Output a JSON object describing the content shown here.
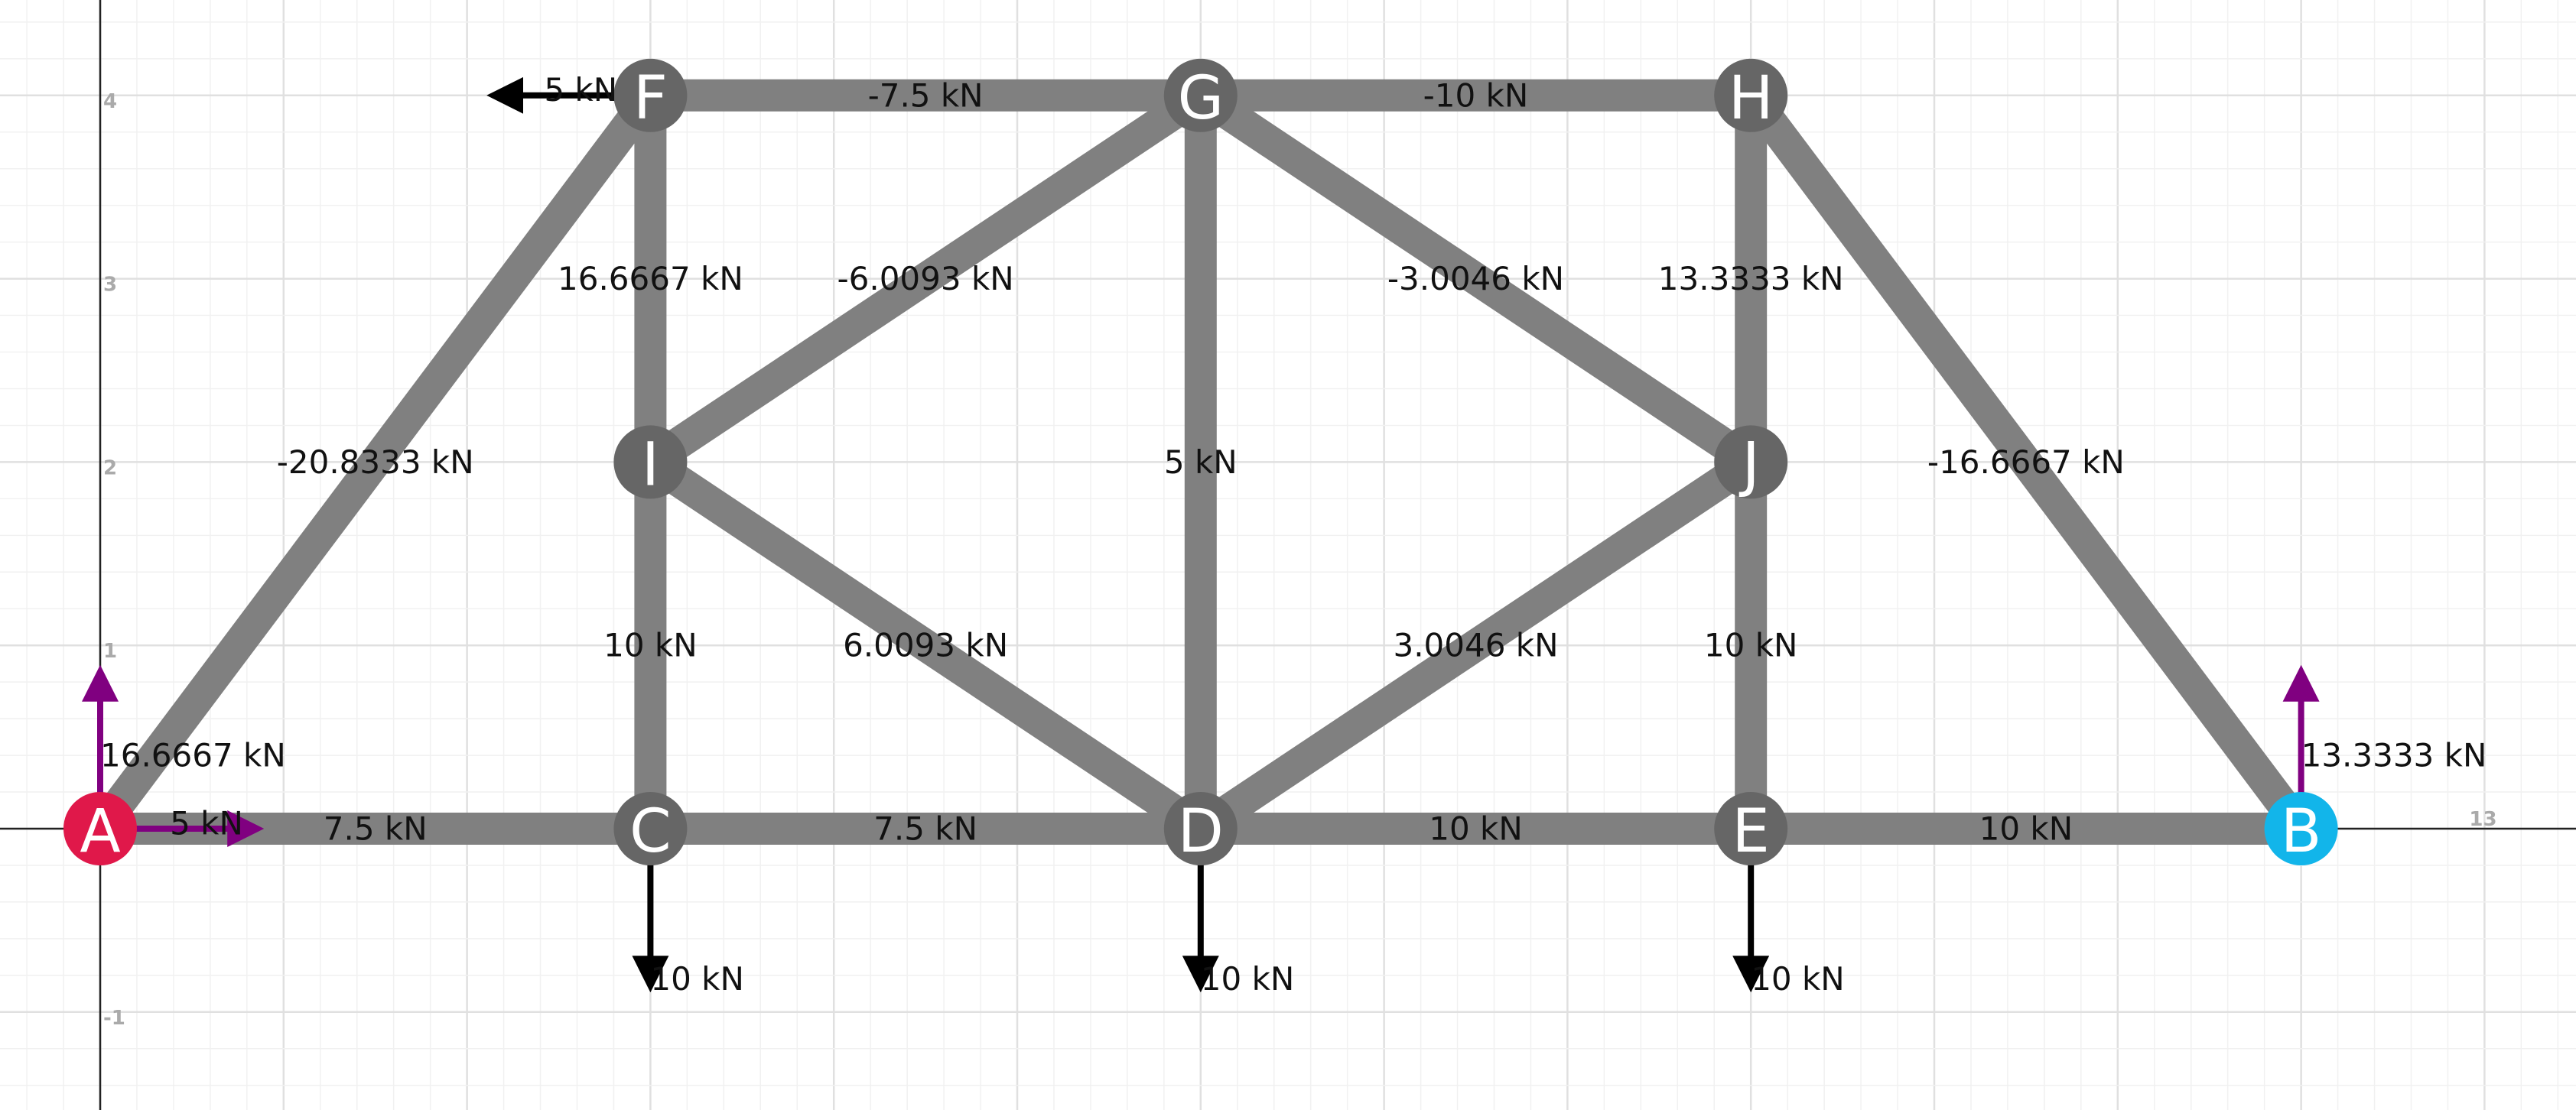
{
  "colors": {
    "background": "#ffffff",
    "grid_minor": "#f1f1f1",
    "grid_major": "#e0e0e0",
    "axis": "#222222",
    "member": "#808080",
    "node": "#666666",
    "support_pin": "#e0184a",
    "support_roller": "#12b5ea",
    "applied_load": "#000000",
    "reaction": "#800080"
  },
  "axes": {
    "tick_labels": [
      {
        "id": "y4",
        "text": "4",
        "x": 0,
        "y": 4
      },
      {
        "id": "y3",
        "text": "3",
        "x": 0,
        "y": 3
      },
      {
        "id": "y2",
        "text": "2",
        "x": 0,
        "y": 2
      },
      {
        "id": "y1",
        "text": "1",
        "x": 0,
        "y": 1
      },
      {
        "id": "ym1",
        "text": "-1",
        "x": 0,
        "y": -1
      },
      {
        "id": "x13",
        "text": "13",
        "x": 13,
        "y": 0
      }
    ]
  },
  "nodes": [
    {
      "id": "A",
      "label": "A",
      "x": 0,
      "y": 0,
      "kind": "pin"
    },
    {
      "id": "C",
      "label": "C",
      "x": 3,
      "y": 0,
      "kind": "joint"
    },
    {
      "id": "D",
      "label": "D",
      "x": 6,
      "y": 0,
      "kind": "joint"
    },
    {
      "id": "E",
      "label": "E",
      "x": 9,
      "y": 0,
      "kind": "joint"
    },
    {
      "id": "B",
      "label": "B",
      "x": 12,
      "y": 0,
      "kind": "roller"
    },
    {
      "id": "F",
      "label": "F",
      "x": 3,
      "y": 4,
      "kind": "joint"
    },
    {
      "id": "G",
      "label": "G",
      "x": 6,
      "y": 4,
      "kind": "joint"
    },
    {
      "id": "H",
      "label": "H",
      "x": 9,
      "y": 4,
      "kind": "joint"
    },
    {
      "id": "I",
      "label": "I",
      "x": 3,
      "y": 2,
      "kind": "joint"
    },
    {
      "id": "J",
      "label": "J",
      "x": 9,
      "y": 2,
      "kind": "joint"
    }
  ],
  "members": [
    {
      "id": "AC",
      "from": "A",
      "to": "C",
      "force": "7.5 kN"
    },
    {
      "id": "CD",
      "from": "C",
      "to": "D",
      "force": "7.5 kN"
    },
    {
      "id": "DE",
      "from": "D",
      "to": "E",
      "force": "10 kN"
    },
    {
      "id": "EB",
      "from": "E",
      "to": "B",
      "force": "10 kN"
    },
    {
      "id": "FG",
      "from": "F",
      "to": "G",
      "force": "-7.5 kN"
    },
    {
      "id": "GH",
      "from": "G",
      "to": "H",
      "force": "-10 kN"
    },
    {
      "id": "AF",
      "from": "A",
      "to": "F",
      "force": "-20.8333 kN"
    },
    {
      "id": "HB",
      "from": "H",
      "to": "B",
      "force": "-16.6667 kN"
    },
    {
      "id": "FI",
      "from": "F",
      "to": "I",
      "force": "16.6667 kN"
    },
    {
      "id": "IC",
      "from": "I",
      "to": "C",
      "force": "10 kN"
    },
    {
      "id": "IG",
      "from": "I",
      "to": "G",
      "force": "-6.0093 kN"
    },
    {
      "id": "ID",
      "from": "I",
      "to": "D",
      "force": "6.0093 kN"
    },
    {
      "id": "GD",
      "from": "G",
      "to": "D",
      "force": "5 kN"
    },
    {
      "id": "GJ",
      "from": "G",
      "to": "J",
      "force": "-3.0046 kN"
    },
    {
      "id": "JD",
      "from": "J",
      "to": "D",
      "force": "3.0046 kN"
    },
    {
      "id": "HJ",
      "from": "H",
      "to": "J",
      "force": "13.3333 kN"
    },
    {
      "id": "JE",
      "from": "J",
      "to": "E",
      "force": "10 kN"
    }
  ],
  "loads": [
    {
      "id": "load-C",
      "node": "C",
      "label": "10 kN",
      "kind": "applied",
      "dx": 0,
      "dy": -1
    },
    {
      "id": "load-D",
      "node": "D",
      "label": "10 kN",
      "kind": "applied",
      "dx": 0,
      "dy": -1
    },
    {
      "id": "load-E",
      "node": "E",
      "label": "10 kN",
      "kind": "applied",
      "dx": 0,
      "dy": -1
    },
    {
      "id": "load-F",
      "node": "F",
      "label": "5 kN",
      "kind": "applied",
      "dx": -1,
      "dy": 0
    },
    {
      "id": "reaction-A-vertical",
      "node": "A",
      "label": "16.6667 kN",
      "kind": "reaction",
      "dx": 0,
      "dy": 1
    },
    {
      "id": "reaction-A-horizontal",
      "node": "A",
      "label": "5 kN",
      "kind": "reaction",
      "dx": 1,
      "dy": 0
    },
    {
      "id": "reaction-B-vertical",
      "node": "B",
      "label": "13.3333 kN",
      "kind": "reaction",
      "dx": 0,
      "dy": 1
    }
  ]
}
